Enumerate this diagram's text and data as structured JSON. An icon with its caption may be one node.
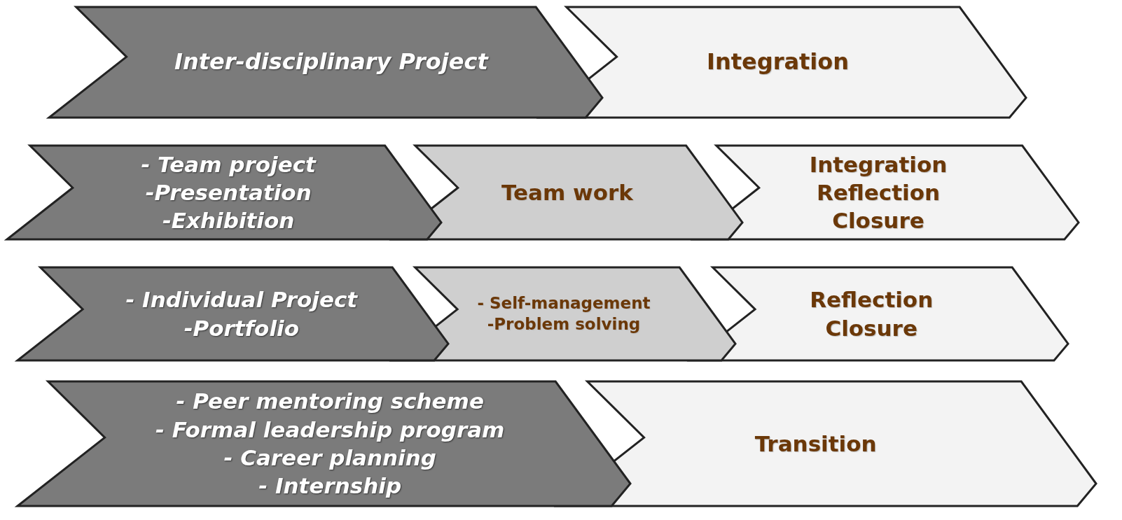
{
  "diagram": {
    "nodes": [
      {
        "text": [
          "Inter-disciplinary Project"
        ]
      },
      {
        "text": [
          "Integration"
        ]
      },
      {
        "text": [
          "- Team project",
          "-Presentation",
          "-Exhibition"
        ]
      },
      {
        "text": [
          "Team work"
        ]
      },
      {
        "text": [
          "Integration",
          "Reflection",
          "Closure"
        ]
      },
      {
        "text": [
          "- Individual Project",
          "-Portfolio"
        ]
      },
      {
        "text": [
          "- Self-management",
          "-Problem solving"
        ]
      },
      {
        "text": [
          "Reflection",
          "Closure"
        ]
      },
      {
        "text": [
          "- Peer mentoring scheme",
          "- Formal leadership program",
          "- Career planning",
          "- Internship"
        ]
      },
      {
        "text": [
          "Transition"
        ]
      }
    ]
  }
}
